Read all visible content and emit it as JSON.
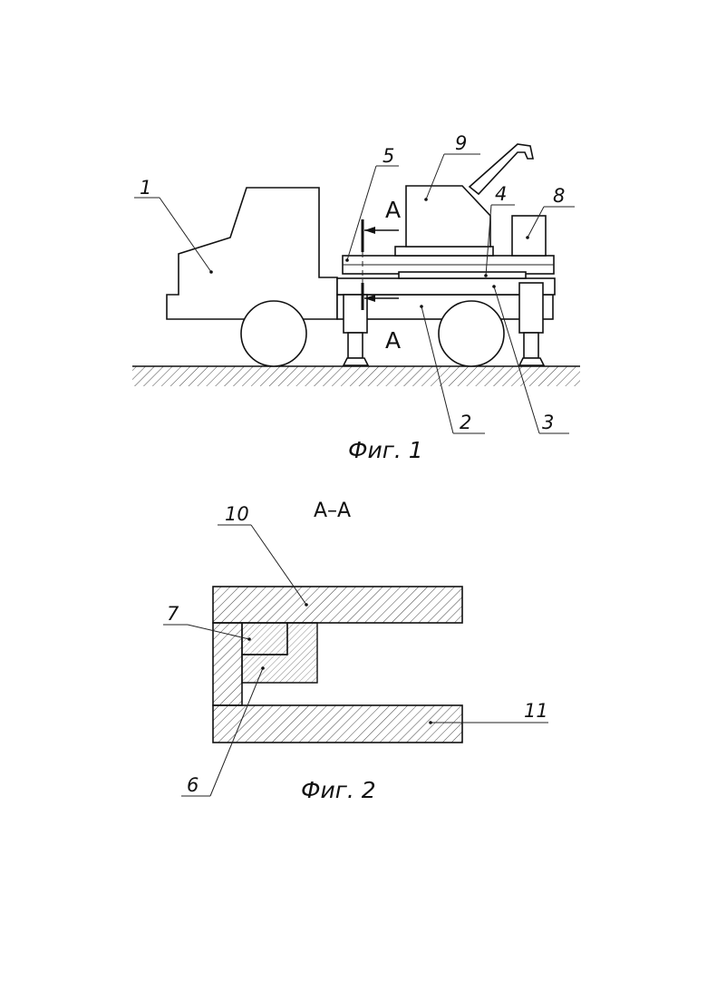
{
  "figure1": {
    "caption": "Фиг. 1",
    "callouts": {
      "c1": "1",
      "c2": "2",
      "c3": "3",
      "c4": "4",
      "c5": "5",
      "c8": "8",
      "c9": "9"
    },
    "section_mark_top": "A",
    "section_mark_bottom": "A"
  },
  "figure2": {
    "caption": "Фиг. 2",
    "section_title": "A–A",
    "callouts": {
      "c6": "6",
      "c7": "7",
      "c10": "10",
      "c11": "11"
    }
  },
  "colors": {
    "ink": "#111111",
    "paper": "#ffffff"
  }
}
